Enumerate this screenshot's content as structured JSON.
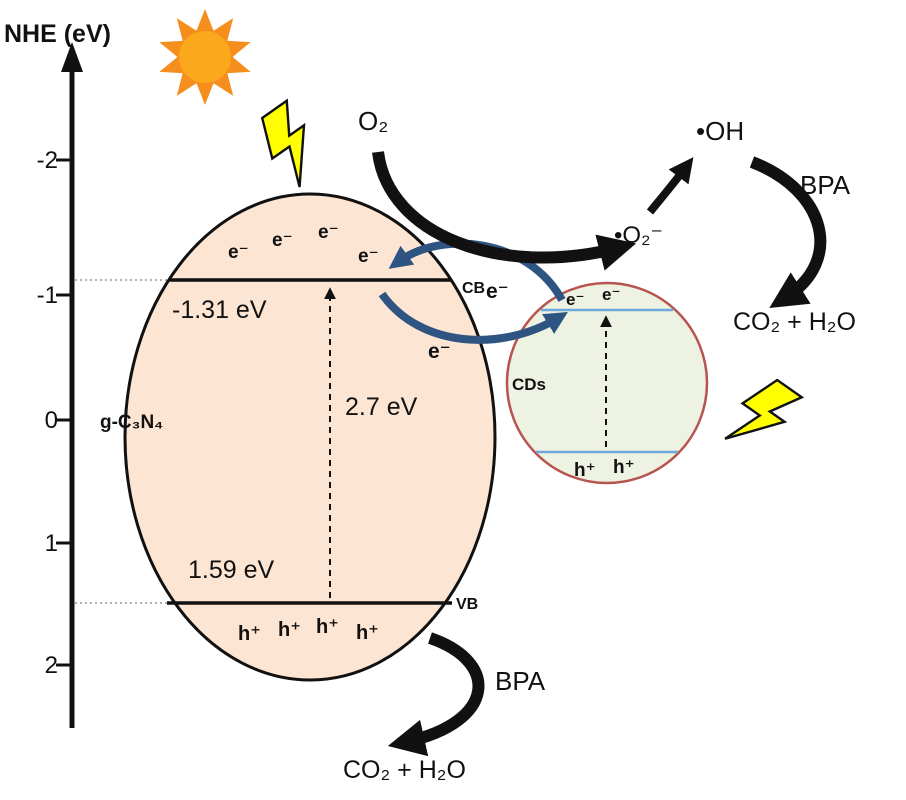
{
  "axis": {
    "title": "NHE (eV)",
    "ticks": [
      "-2",
      "-1",
      "0",
      "1",
      "2"
    ]
  },
  "gcn4": {
    "label": "g-C₃N₄",
    "cb_label": "CB",
    "vb_label": "VB",
    "cb_energy": "-1.31 eV",
    "vb_energy": "1.59 eV",
    "bandgap": "2.7 eV",
    "electrons": [
      "e⁻",
      "e⁻",
      "e⁻",
      "e⁻"
    ],
    "holes": [
      "h⁺",
      "h⁺",
      "h⁺",
      "h⁺"
    ]
  },
  "cds": {
    "label": "CDs",
    "electrons": [
      "e⁻",
      "e⁻"
    ],
    "holes": [
      "h⁺",
      "h⁺"
    ]
  },
  "transfer": {
    "electron_top": "e⁻",
    "electron_bottom": "e⁻"
  },
  "species": {
    "oxygen": "O₂",
    "superoxide": "•O₂⁻",
    "hydroxyl": "•OH",
    "bpa_right": "BPA",
    "mineralization_right": "CO₂ + H₂O",
    "bpa_bottom": "BPA",
    "mineralization_bottom": "CO₂ + H₂O"
  },
  "colors": {
    "gcn4_fill": "#fce5d3",
    "cds_fill": "#edf2e2",
    "cds_stroke": "#b85450",
    "electron_arrow": "#2e5481",
    "band_line_cds": "#6fa8dc",
    "sun_body": "#fba81c",
    "sun_rays": "#f68e1e",
    "lightning": "#ffff00"
  }
}
